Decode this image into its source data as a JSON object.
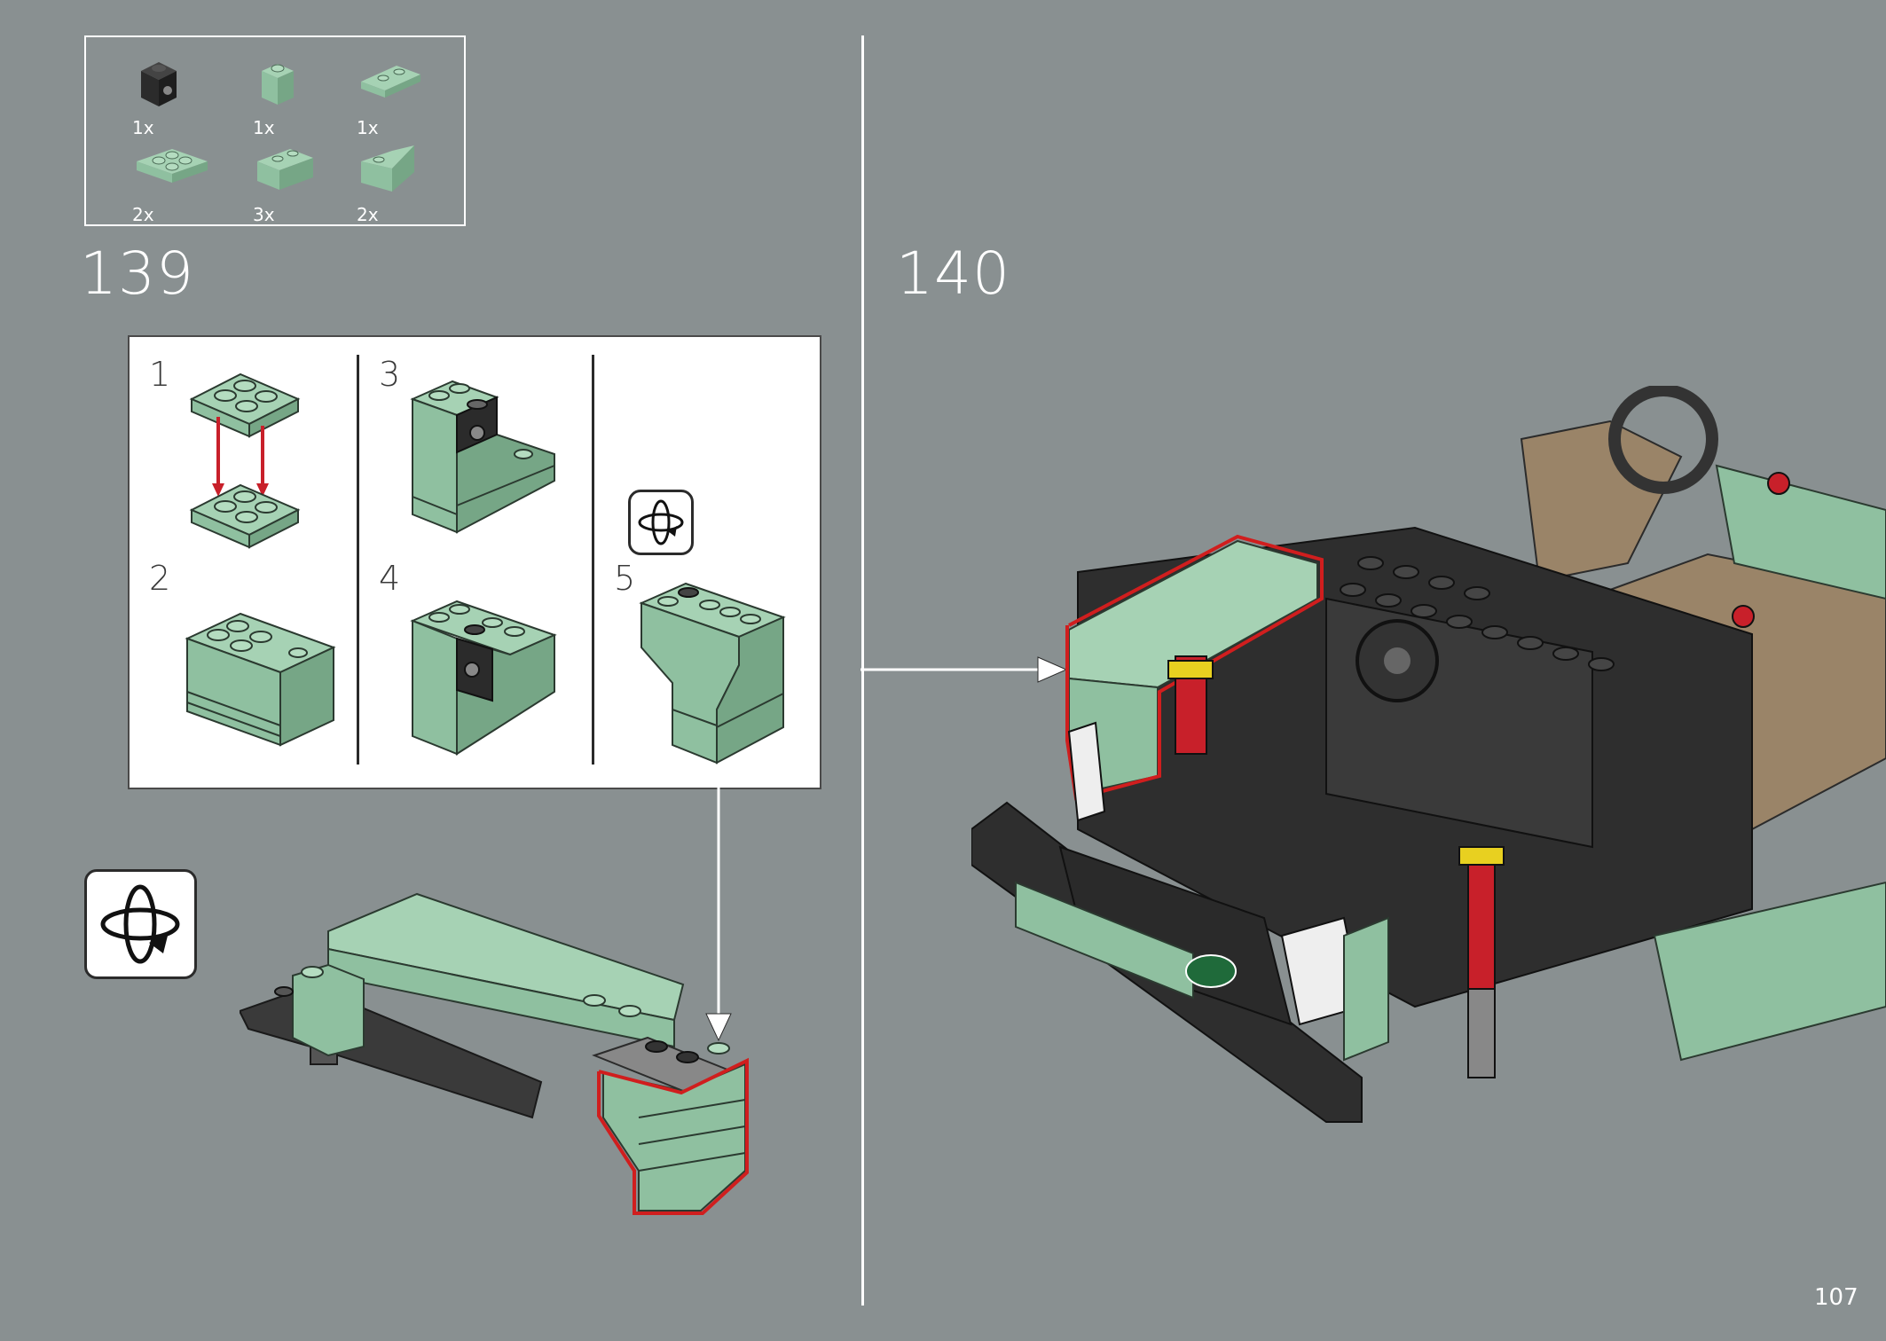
{
  "parts_list": [
    {
      "icon": "black-bracket-brick-icon",
      "qty": "1x",
      "color": "#2b2b2b"
    },
    {
      "icon": "green-brick-1x1-icon",
      "qty": "1x",
      "color": "#8fc0a0"
    },
    {
      "icon": "green-plate-1x2-icon",
      "qty": "1x",
      "color": "#8fc0a0"
    },
    {
      "icon": "green-plate-2x2-icon",
      "qty": "2x",
      "color": "#8fc0a0"
    },
    {
      "icon": "green-brick-1x2-icon",
      "qty": "3x",
      "color": "#8fc0a0"
    },
    {
      "icon": "green-slope-icon",
      "qty": "2x",
      "color": "#8fc0a0"
    }
  ],
  "steps": [
    {
      "number": "139"
    },
    {
      "number": "140"
    }
  ],
  "callout": {
    "substeps": [
      {
        "number": "1"
      },
      {
        "number": "2"
      },
      {
        "number": "3"
      },
      {
        "number": "4"
      },
      {
        "number": "5"
      }
    ]
  },
  "icons": {
    "rotate_small": "rotate-model-icon",
    "rotate_large": "rotate-model-icon"
  },
  "colors": {
    "background": "#899091",
    "brick_green": "#8fc0a0",
    "brick_dark": "#2b2b2b",
    "highlight_red": "#d01e1e",
    "tan": "#9a8468"
  },
  "page": {
    "number": "107"
  }
}
